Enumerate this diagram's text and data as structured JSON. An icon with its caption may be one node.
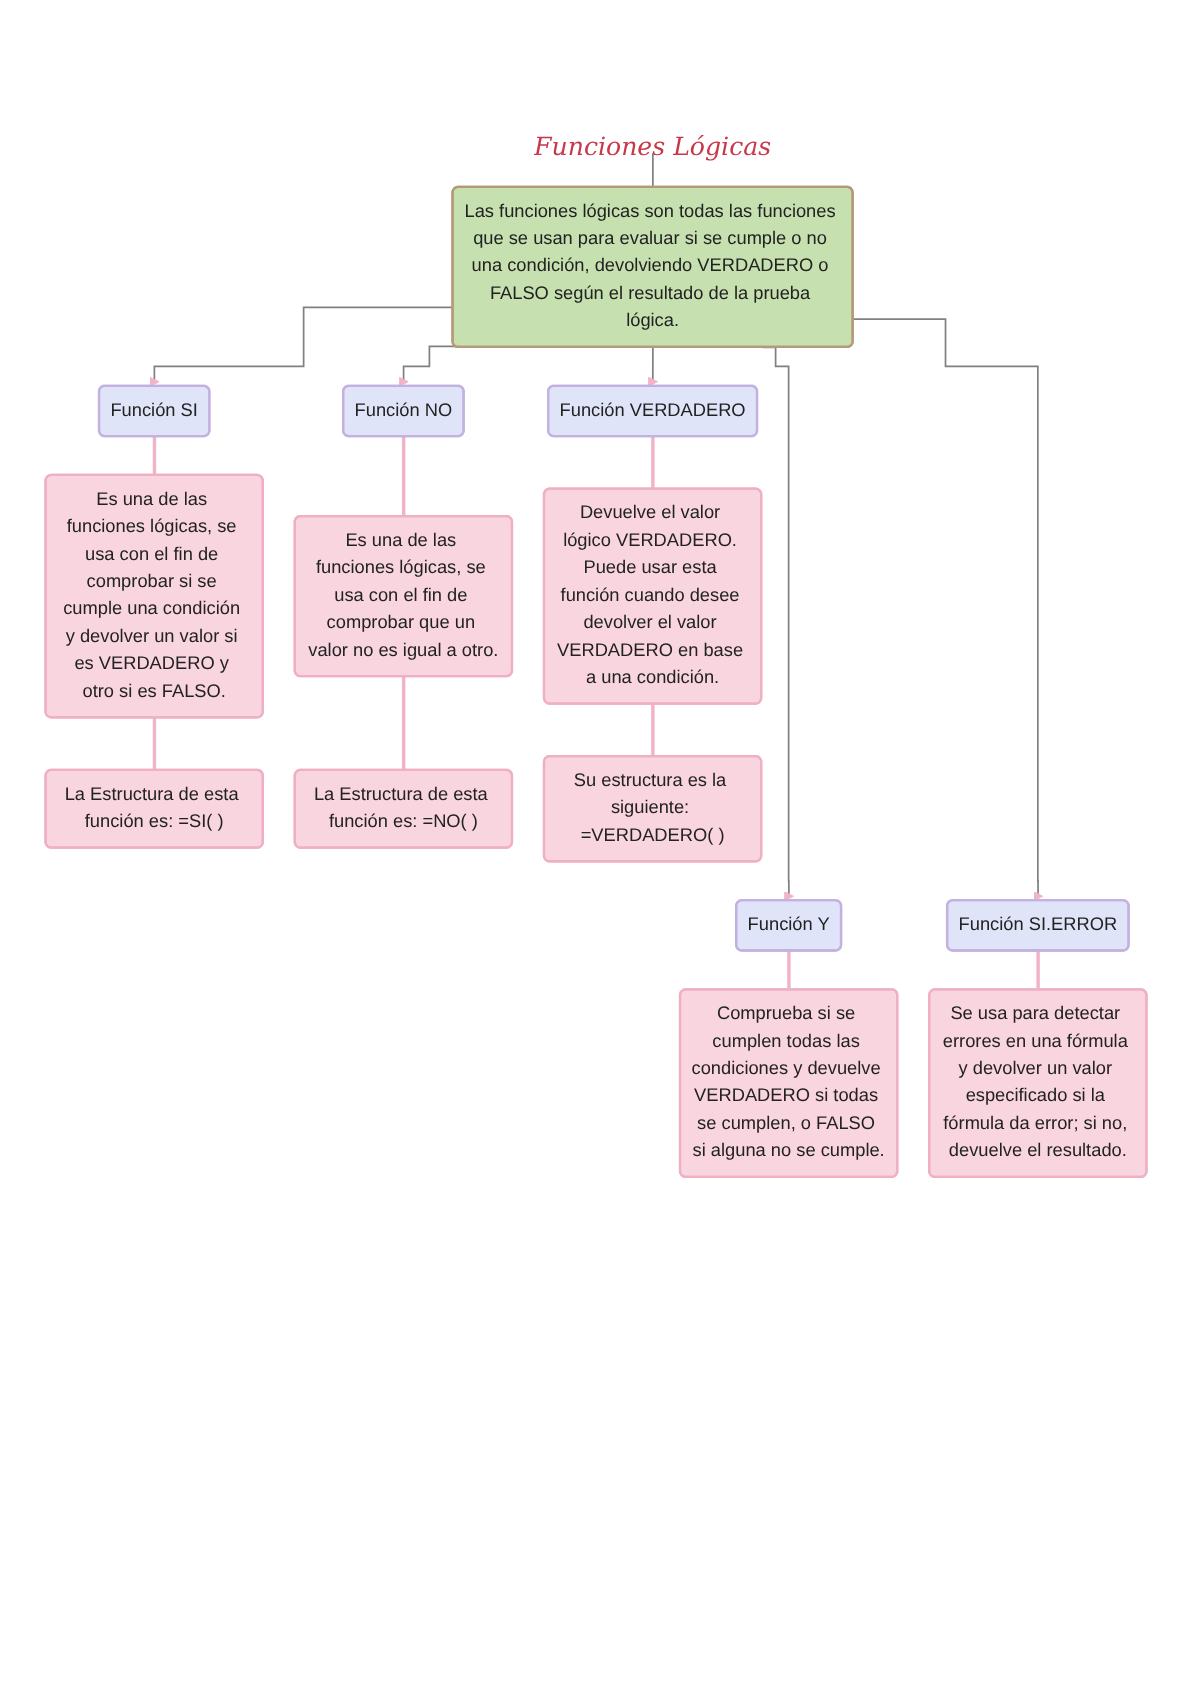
{
  "diagram": {
    "nodes": [
      {
        "text": [
          "Funciones Lógicas"
        ]
      },
      {
        "text": [
          "Las funciones lógicas son todas las funciones que se usan para evaluar si se cumple o no una condición, devolviendo VERDADERO o FALSO según el resultado de la prueba lógica."
        ]
      },
      {
        "text": [
          "Función SI"
        ]
      },
      {
        "text": [
          "Es una de las funciones lógicas, se usa con el fin de comprobar si se cumple una condición y devolver un valor si es VERDADERO y otro si es FALSO."
        ]
      },
      {
        "text": [
          "La Estructura de esta función es: =SI( )"
        ]
      },
      {
        "text": [
          "Función NO"
        ]
      },
      {
        "text": [
          "Es una de las funciones lógicas, se usa con el fin de comprobar que un valor no es igual a otro."
        ]
      },
      {
        "text": [
          "La Estructura de esta función es: =NO( )"
        ]
      },
      {
        "text": [
          "Función VERDADERO"
        ]
      },
      {
        "text": [
          "Devuelve el valor lógico VERDADERO. Puede usar esta función cuando desee devolver el valor VERDADERO en base a una condición."
        ]
      },
      {
        "text": [
          "Su estructura es la siguiente: =VERDADERO( )"
        ]
      },
      {
        "text": [
          "Función Y"
        ]
      },
      {
        "text": [
          "Comprueba si se cumplen todas las condiciones y devuelve VERDADERO si todas se cumplen, o FALSO si alguna no se cumple."
        ]
      },
      {
        "text": [
          "Función SI.ERROR"
        ]
      },
      {
        "text": [
          "Se usa para detectar errores en una fórmula y devolver un valor especificado si la fórmula da error; si no, devuelve el resultado."
        ]
      }
    ],
    "edges": [
      {
        "from": 0,
        "to": 1,
        "arrow": "none",
        "color": "#808080"
      },
      {
        "from": 1,
        "to": 2,
        "arrow": "to",
        "color": "#808080"
      },
      {
        "from": 1,
        "to": 11,
        "arrow": "to",
        "color": "#808080"
      },
      {
        "from": 1,
        "to": 5,
        "arrow": "to",
        "color": "#808080"
      },
      {
        "from": 1,
        "to": 13,
        "arrow": "to",
        "color": "#808080"
      },
      {
        "from": 1,
        "to": 8,
        "arrow": "to",
        "color": "#808080"
      },
      {
        "from": 2,
        "to": 3,
        "arrow": "none"
      },
      {
        "from": 3,
        "to": 4,
        "arrow": "none"
      },
      {
        "from": 5,
        "to": 6,
        "arrow": "none"
      },
      {
        "from": 6,
        "to": 7,
        "arrow": "none"
      },
      {
        "from": 8,
        "to": 9,
        "arrow": "none"
      },
      {
        "from": 9,
        "to": 10,
        "arrow": "none"
      },
      {
        "from": 11,
        "to": 12,
        "arrow": "none"
      },
      {
        "from": 13,
        "to": 14,
        "arrow": "none"
      }
    ]
  }
}
